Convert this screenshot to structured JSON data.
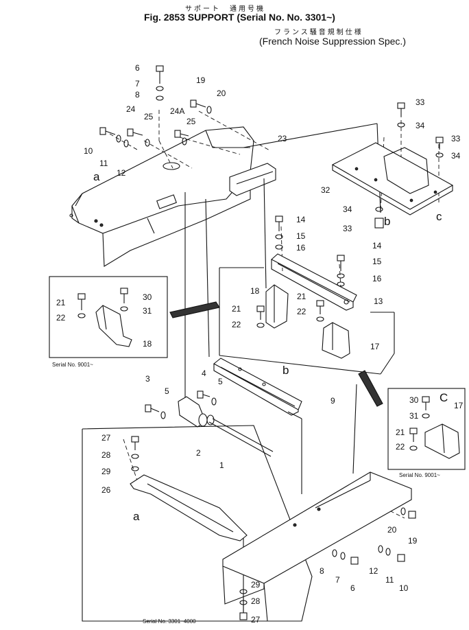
{
  "header": {
    "title_jp": "サポート　通用号機",
    "title": "Fig. 2853  SUPPORT (Serial No. No. 3301~)",
    "subtitle_jp": "フランス騒音規制仕様",
    "subtitle": "(French Noise Suppression Spec.)"
  },
  "callouts": {
    "n1": "1",
    "n2": "2",
    "n3": "3",
    "n4": "4",
    "n5a": "5",
    "n5b": "5",
    "n6a": "6",
    "n6b": "6",
    "n7a": "7",
    "n7b": "7",
    "n8a": "8",
    "n8b": "8",
    "n9": "9",
    "n10a": "10",
    "n10b": "10",
    "n11a": "11",
    "n11b": "11",
    "n12a": "12",
    "n12b": "12",
    "n13": "13",
    "n14a": "14",
    "n14b": "14",
    "n15a": "15",
    "n15b": "15",
    "n16a": "16",
    "n16b": "16",
    "n17a": "17",
    "n17b": "17",
    "n18a": "18",
    "n18b": "18",
    "n19a": "19",
    "n19b": "19",
    "n20a": "20",
    "n20b": "20",
    "n21a": "21",
    "n21b": "21",
    "n21c": "21",
    "n21d": "21",
    "n22a": "22",
    "n22b": "22",
    "n22c": "22",
    "n22d": "22",
    "n23": "23",
    "n24": "24",
    "n24a": "24A",
    "n25a": "25",
    "n25b": "25",
    "n26": "26",
    "n27a": "27",
    "n27b": "27",
    "n28a": "28",
    "n28b": "28",
    "n29a": "29",
    "n29b": "29",
    "n30a": "30",
    "n30b": "30",
    "n31a": "31",
    "n31b": "31",
    "n32": "32",
    "n33a": "33",
    "n33b": "33",
    "n33c": "33",
    "n34a": "34",
    "n34b": "34",
    "n34c": "34"
  },
  "reference_letters": {
    "a_top": "a",
    "a_bottom": "a",
    "b_top": "b",
    "b_mid": "b",
    "c_top": "c",
    "c_box": "C"
  },
  "serial_notes": {
    "left_box": "Serial No. 9001~",
    "right_box": "Serial No. 9001~",
    "bottom": "Serial No. 3301~4000"
  }
}
